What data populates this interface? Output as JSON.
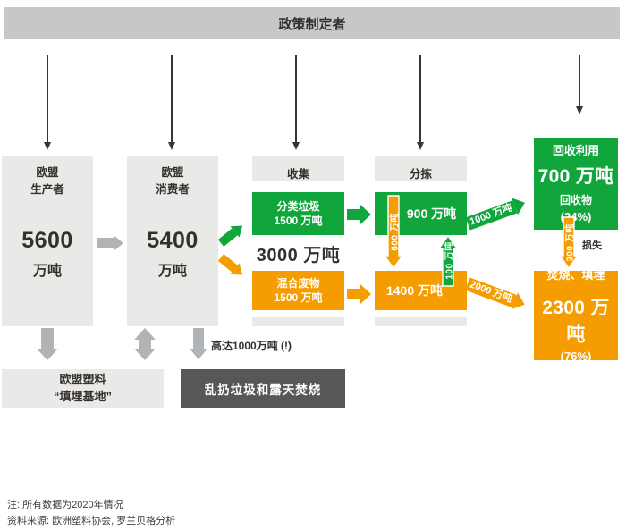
{
  "banner": {
    "title": "政策制定者"
  },
  "producers": {
    "title_line1": "欧盟",
    "title_line2": "生产者",
    "value": "5600",
    "unit": "万吨"
  },
  "consumers": {
    "title_line1": "欧盟",
    "title_line2": "消费者",
    "value": "5400",
    "unit": "万吨"
  },
  "collection": {
    "header": "收集",
    "sorted_line1": "分类垃圾",
    "sorted_line2": "1500 万吨",
    "total": "3000 万吨",
    "mixed_line1": "混合废物",
    "mixed_line2": "1500 万吨"
  },
  "sorting": {
    "header": "分拣",
    "sorted_value": "900 万吨",
    "mixed_value": "1400 万吨"
  },
  "recycling_box": {
    "title": "回收利用",
    "value": "700 万吨",
    "subtitle": "回收物",
    "percent": "(24%)"
  },
  "disposal_box": {
    "title": "焚烧、填埋",
    "value": "2300 万吨",
    "percent": "(76%)"
  },
  "flows": {
    "sorted_to_mixed": "600 万吨",
    "mixed_to_sorted": "100 万吨",
    "to_recycling": "1000 万吨",
    "to_disposal": "2000 万吨",
    "recycling_loss": "300 万吨",
    "loss_label": "损失",
    "littering_label": "高达1000万吨 (!)"
  },
  "landfill_box": {
    "line1": "欧盟塑料",
    "line2": "“填埋基地”"
  },
  "littering_box": {
    "label": "乱扔垃圾和露天焚烧"
  },
  "footnotes": {
    "note": "注: 所有数据为2020年情况",
    "source": "资料来源: 欧洲塑料协会, 罗兰贝格分析"
  },
  "colors": {
    "green": "#11a63c",
    "orange": "#f59c00",
    "light_gray": "#e9e9e8",
    "banner_gray": "#c6c7c9",
    "dark_gray": "#575756",
    "arrow_gray": "#b1b4b7",
    "ink": "#35302c"
  }
}
